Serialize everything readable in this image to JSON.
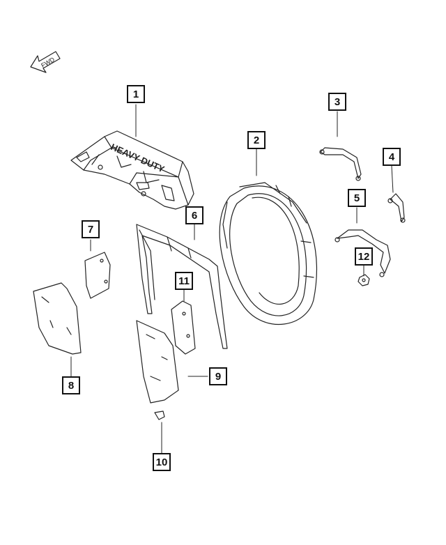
{
  "diagram": {
    "front_indicator": "FWD",
    "part_text": "HEAVY DUTY",
    "callouts": [
      "1",
      "2",
      "3",
      "4",
      "5",
      "6",
      "7",
      "8",
      "9",
      "10",
      "11",
      "12"
    ]
  }
}
